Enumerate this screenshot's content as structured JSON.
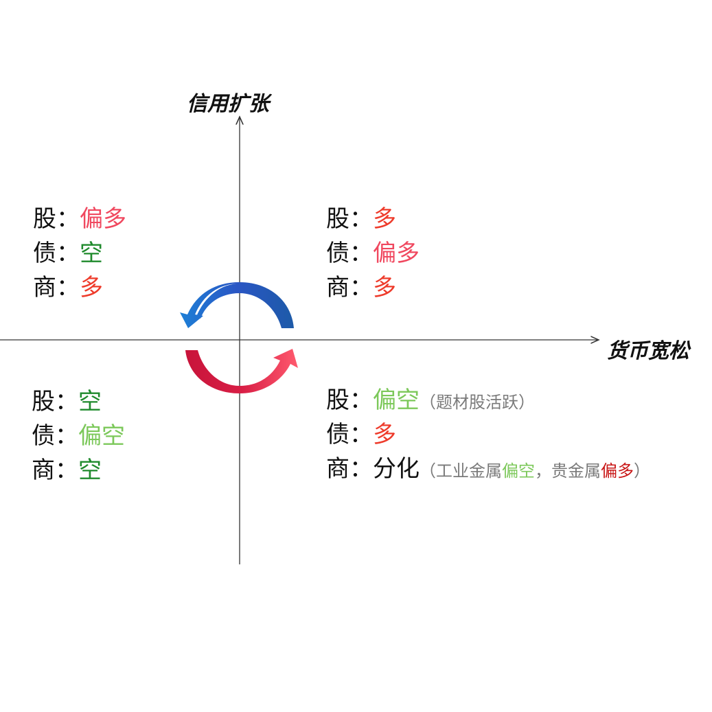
{
  "axes": {
    "y_label": "信用扩张",
    "x_label": "货币宽松"
  },
  "colon": "：",
  "quadrants": {
    "top_left": {
      "rows": [
        {
          "asset": "股",
          "value": "偏多",
          "color": "#f0485f"
        },
        {
          "asset": "债",
          "value": "空",
          "color": "#1f8a2c"
        },
        {
          "asset": "商",
          "value": "多",
          "color": "#ee3b2b"
        }
      ]
    },
    "top_right": {
      "rows": [
        {
          "asset": "股",
          "value": "多",
          "color": "#ee3b2b"
        },
        {
          "asset": "债",
          "value": "偏多",
          "color": "#f0485f"
        },
        {
          "asset": "商",
          "value": "多",
          "color": "#ee3b2b"
        }
      ]
    },
    "bottom_left": {
      "rows": [
        {
          "asset": "股",
          "value": "空",
          "color": "#1f8a2c"
        },
        {
          "asset": "债",
          "value": "偏空",
          "color": "#7cc85a"
        },
        {
          "asset": "商",
          "value": "空",
          "color": "#1f8a2c"
        }
      ]
    },
    "bottom_right": {
      "rows": [
        {
          "asset": "股",
          "value": "偏空",
          "color": "#7cc85a",
          "note": "（题材股活跃）"
        },
        {
          "asset": "债",
          "value": "多",
          "color": "#ee3b2b"
        },
        {
          "asset": "商",
          "value": "分化",
          "color": "#111111",
          "note_parts": [
            "（工业金属",
            "偏空",
            "，贵金属",
            "偏多",
            "）"
          ]
        }
      ]
    }
  },
  "colors": {
    "arrow_blue_start": "#2a56c4",
    "arrow_blue_end": "#1d7fd6",
    "arrow_red_start": "#c8143a",
    "arrow_red_end": "#ff5a6e",
    "axis": "#333333"
  }
}
